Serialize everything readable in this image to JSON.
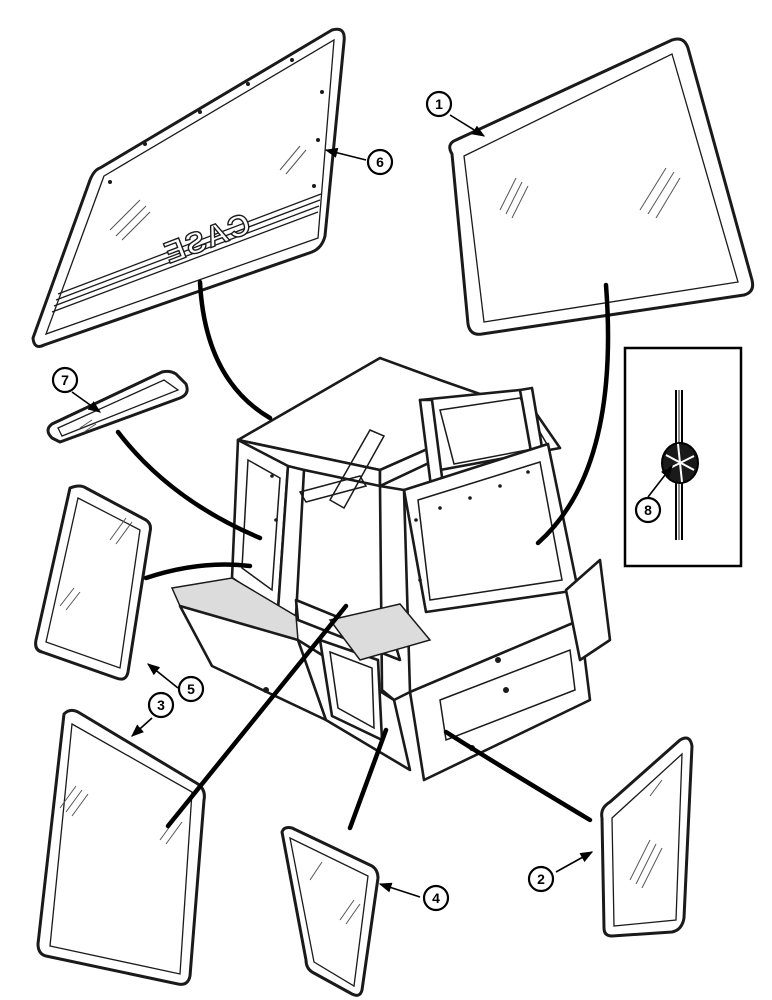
{
  "diagram": {
    "callouts": [
      {
        "id": "1",
        "label": "1"
      },
      {
        "id": "2",
        "label": "2"
      },
      {
        "id": "3",
        "label": "3"
      },
      {
        "id": "4",
        "label": "4"
      },
      {
        "id": "5",
        "label": "5"
      },
      {
        "id": "6",
        "label": "6"
      },
      {
        "id": "7",
        "label": "7"
      },
      {
        "id": "8",
        "label": "8"
      }
    ],
    "logo_text": "CASE"
  }
}
